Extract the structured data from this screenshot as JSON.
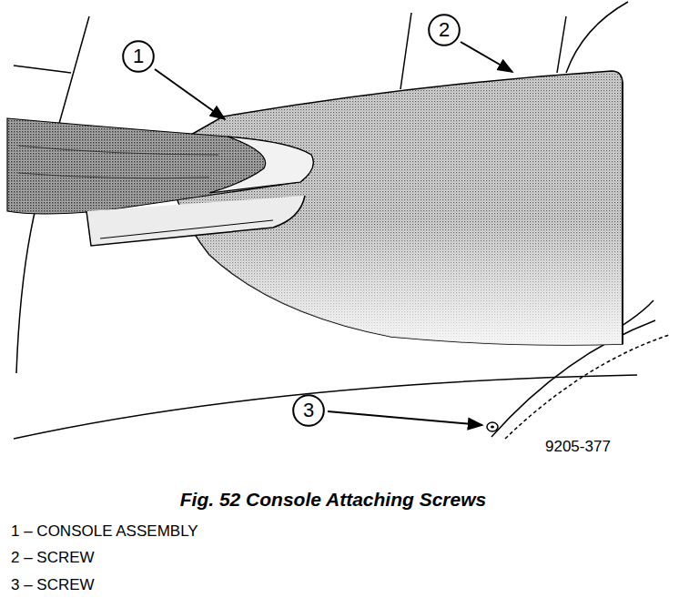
{
  "diagram": {
    "caption": "Fig. 52 Console Attaching Screws",
    "nodes": [
      {
        "text": [
          "1"
        ]
      },
      {
        "text": [
          "2"
        ]
      },
      {
        "text": [
          "3"
        ]
      }
    ],
    "labels": [
      "9205-377",
      "1 – CONSOLE ASSEMBLY",
      "2 – SCREW",
      "3 – SCREW"
    ]
  }
}
